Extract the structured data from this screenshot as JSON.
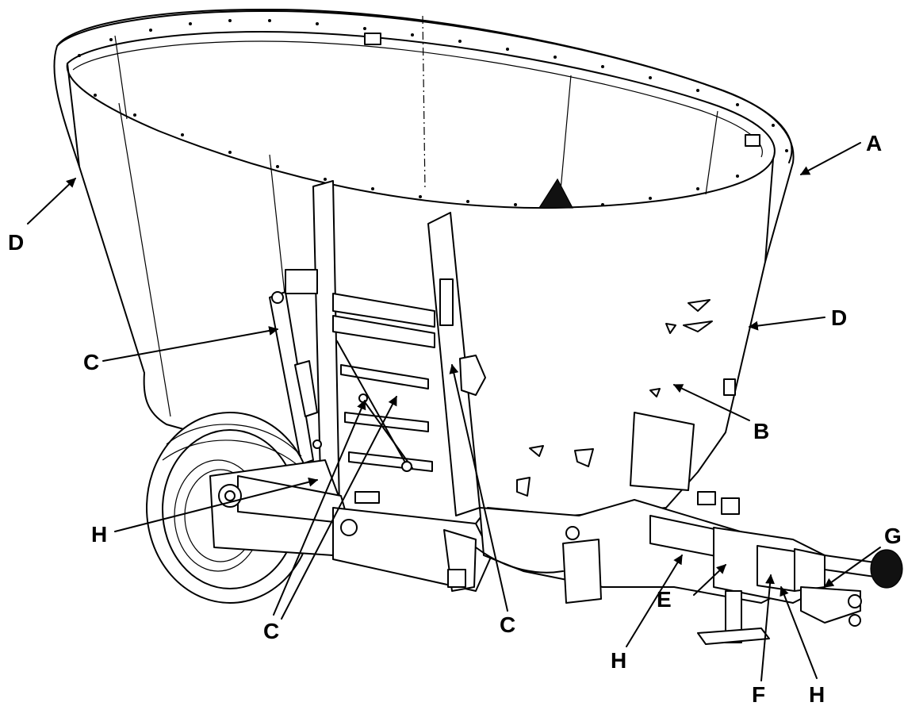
{
  "diagram": {
    "callouts": [
      {
        "key": "A",
        "label": "A"
      },
      {
        "key": "B",
        "label": "B"
      },
      {
        "key": "C1",
        "label": "C"
      },
      {
        "key": "C2",
        "label": "C"
      },
      {
        "key": "C3",
        "label": "C"
      },
      {
        "key": "D1",
        "label": "D"
      },
      {
        "key": "D2",
        "label": "D"
      },
      {
        "key": "E",
        "label": "E"
      },
      {
        "key": "F",
        "label": "F"
      },
      {
        "key": "G",
        "label": "G"
      },
      {
        "key": "H1",
        "label": "H"
      },
      {
        "key": "H2",
        "label": "H"
      },
      {
        "key": "H3",
        "label": "H"
      }
    ]
  }
}
